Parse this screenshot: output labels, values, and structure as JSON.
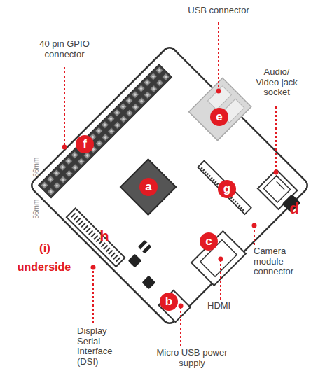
{
  "diagram": {
    "nodes": [
      {
        "text": [
          "e"
        ]
      },
      {
        "text": [
          "f"
        ]
      },
      {
        "text": [
          "a"
        ]
      },
      {
        "text": [
          "g"
        ]
      },
      {
        "text": [
          "c"
        ]
      },
      {
        "text": [
          "b"
        ]
      }
    ],
    "labels": [
      "USB connector",
      "40 pin GPIO connector",
      "Audio/ Video jack socket",
      "66mm",
      "56mm",
      "d",
      "h",
      "(i)",
      "underside",
      "Camera module connector",
      "HDMI",
      "Display Serial Interface (DSI)",
      "Micro USB power supply"
    ]
  }
}
